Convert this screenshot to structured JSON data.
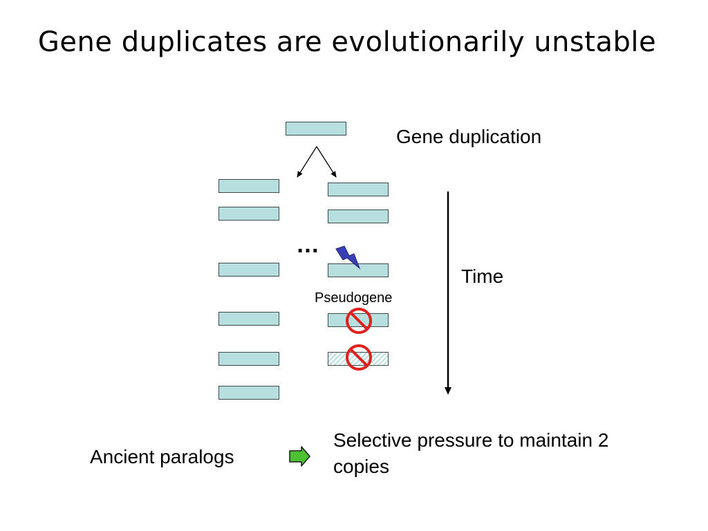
{
  "title": "Gene duplicates are evolutionarily unstable",
  "labels": {
    "gene_duplication": "Gene duplication",
    "time": "Time",
    "ellipsis": "…",
    "pseudogene": "Pseudogene",
    "ancient_paralogs": "Ancient paralogs",
    "selective_pressure": "Selective pressure to maintain 2 copies"
  },
  "colors": {
    "gene_fill": "#b7dfe0",
    "gene_border": "#3d4a4c",
    "arrow_green": "#4cc233",
    "no_sign_red": "#e0201b",
    "lightning_blue": "#3a3fb6"
  },
  "icons": [
    "lightning-bolt-icon",
    "no-sign-icon",
    "right-arrow-icon"
  ]
}
